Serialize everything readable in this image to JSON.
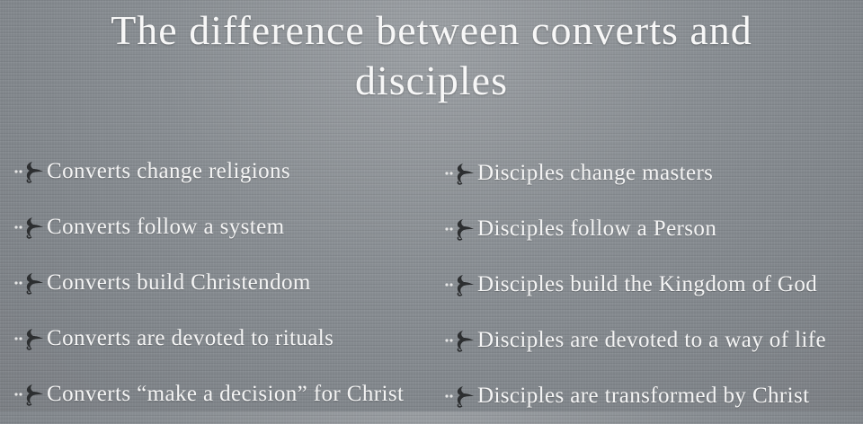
{
  "slide": {
    "title_line1": "The difference between converts and",
    "title_line2": "disciples",
    "bullet_icon": "fleuron-icon"
  },
  "converts": [
    "Converts change religions",
    "Converts follow a system",
    "Converts build Christendom",
    "Converts are devoted to rituals",
    "Converts “make a decision” for Christ"
  ],
  "disciples": [
    "Disciples change masters",
    "Disciples follow a Person",
    "Disciples build the Kingdom of God",
    "Disciples are devoted to a way of life",
    "Disciples are transformed by Christ"
  ]
}
